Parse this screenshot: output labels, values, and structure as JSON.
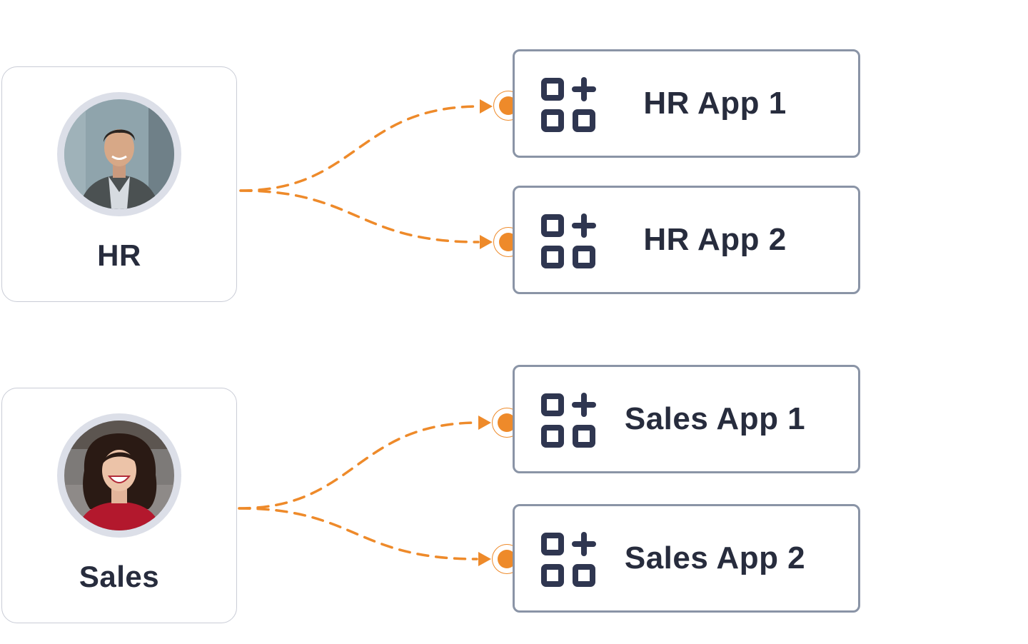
{
  "roles": [
    {
      "label": "HR",
      "avatar": "man-in-suit-photo"
    },
    {
      "label": "Sales",
      "avatar": "smiling-woman-photo"
    }
  ],
  "apps": [
    {
      "label": "HR App 1",
      "icon": "apps-add-icon"
    },
    {
      "label": "HR App 2",
      "icon": "apps-add-icon"
    },
    {
      "label": "Sales App 1",
      "icon": "apps-add-icon"
    },
    {
      "label": "Sales App 2",
      "icon": "apps-add-icon"
    }
  ],
  "colors": {
    "connector": "#ee8a2a",
    "card_border": "#8a94a6",
    "role_border": "#c9ccd6",
    "text": "#272c3d",
    "icon": "#2f3650"
  }
}
